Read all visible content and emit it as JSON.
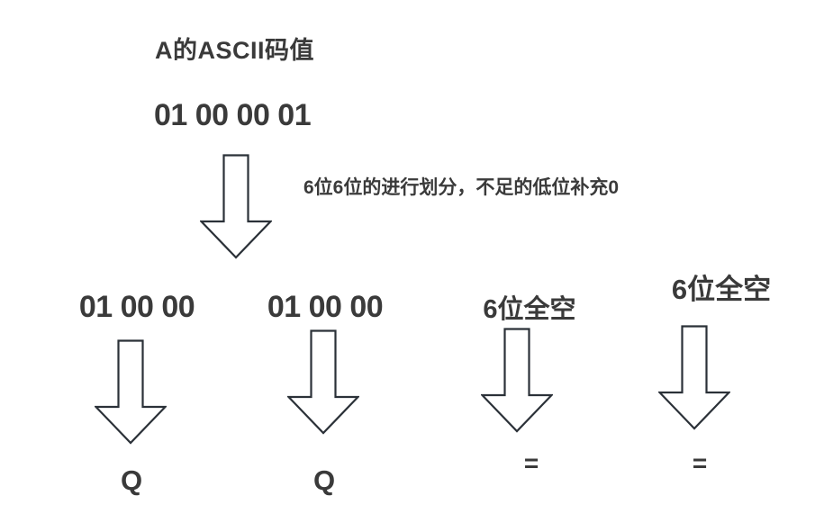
{
  "page": {
    "background": "#ffffff",
    "text_color": "#3a3a3a",
    "arrow_stroke": "#2b3138",
    "arrow_fill": "#ffffff"
  },
  "header": {
    "title": "A的ASCII码值",
    "binary_value": "01 00 00 01"
  },
  "split_step": {
    "annotation": "6位6位的进行划分，不足的低位补充0"
  },
  "groups": [
    {
      "label": "01 00 00",
      "result": "Q"
    },
    {
      "label": "01 00 00",
      "result": "Q"
    },
    {
      "label": "6位全空",
      "result": "="
    },
    {
      "label": "6位全空",
      "result": "="
    }
  ]
}
